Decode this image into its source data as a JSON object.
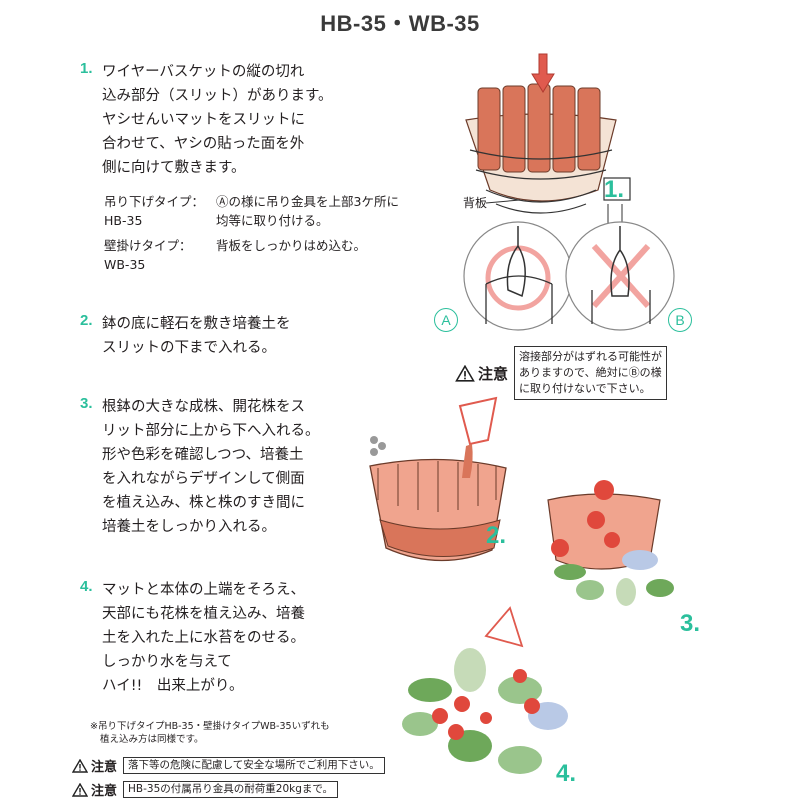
{
  "title": "HB-35・WB-35",
  "steps": [
    {
      "num": "1.",
      "lines": [
        "ワイヤーバスケットの縦の切れ",
        "込み部分（スリット）があります。",
        "ヤシせんいマットをスリットに",
        "合わせて、ヤシの貼った面を外",
        "側に向けて敷きます。"
      ]
    },
    {
      "num": "2.",
      "lines": [
        "鉢の底に軽石を敷き培養土を",
        "スリットの下まで入れる。"
      ]
    },
    {
      "num": "3.",
      "lines": [
        "根鉢の大きな成株、開花株をス",
        "リット部分に上から下へ入れる。",
        "形や色彩を確認しつつ、培養土",
        "を入れながらデザインして側面",
        "を植え込み、株と株のすき間に",
        "培養土をしっかり入れる。"
      ]
    },
    {
      "num": "4.",
      "lines": [
        "マットと本体の上端をそろえ、",
        "天部にも花株を植え込み、培養",
        "土を入れた上に水苔をのせる。",
        "しっかり水を与えて",
        "ハイ!!　出来上がり。"
      ]
    }
  ],
  "types": [
    {
      "key": "吊り下げタイプ：",
      "model": "HB-35",
      "desc": [
        "Ⓐの様に吊り金具を上部3ケ所に",
        "均等に取り付ける。"
      ]
    },
    {
      "key": "壁掛けタイプ：",
      "model": "WB-35",
      "desc": [
        "背板をしっかりはめ込む。"
      ]
    }
  ],
  "small_note": [
    "※吊り下げタイプHB-35・壁掛けタイプWB-35いずれも",
    "植え込み方は同様です。"
  ],
  "cautions": [
    {
      "label": "注意",
      "text": "落下等の危険に配慮して安全な場所でご利用下さい。"
    },
    {
      "label": "注意",
      "text": "HB-35の付属吊り金具の耐荷重20kgまで。"
    }
  ],
  "figure": {
    "back_label": "背板",
    "labels": [
      "1.",
      "2.",
      "3.",
      "4."
    ],
    "circle_a": "A",
    "circle_b": "B",
    "warning_label": "注意",
    "warning_text": [
      "溶接部分がはずれる可能性が",
      "ありますので、絶対にⒷの様",
      "に取り付けないで下さい。"
    ]
  },
  "colors": {
    "accent": "#2bbf9c",
    "terracotta": "#d9755a",
    "text": "#231f20"
  }
}
